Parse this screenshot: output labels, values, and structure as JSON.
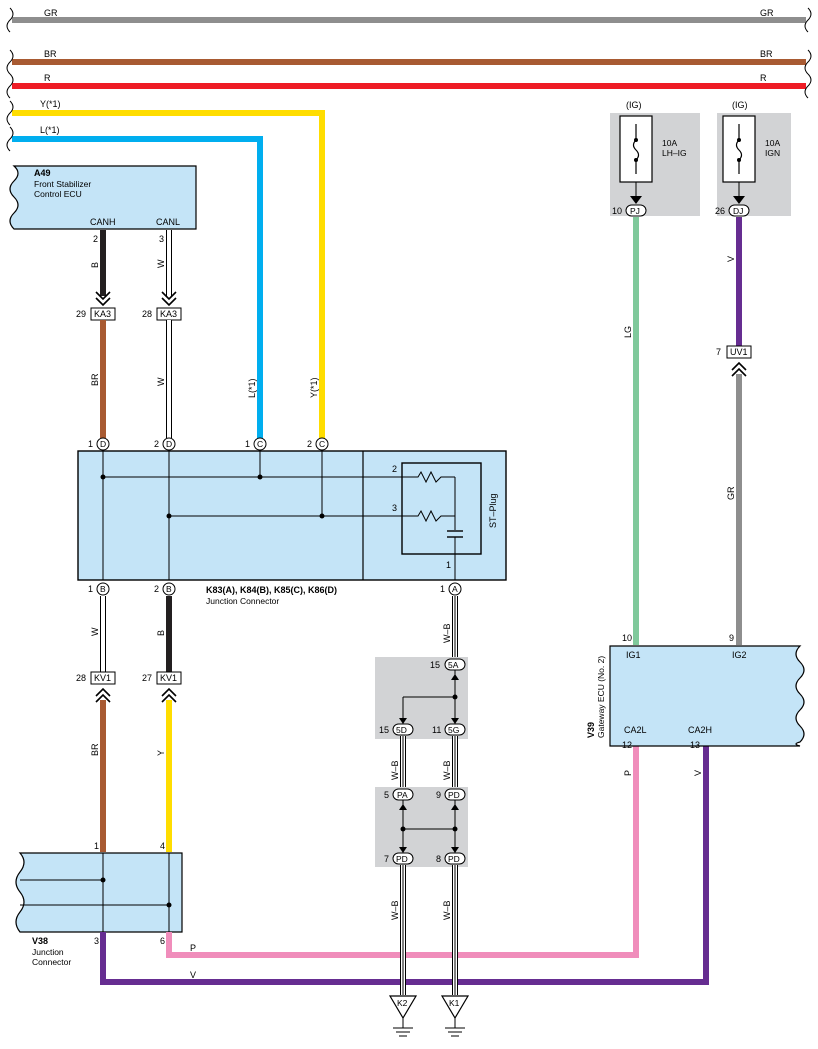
{
  "bus_wires": [
    {
      "label": "GR",
      "color": "#8e8e8e"
    },
    {
      "label": "BR",
      "color": "#a85a32"
    },
    {
      "label": "R",
      "color": "#ee1c25"
    },
    {
      "label": "Y(*1)",
      "color": "#ffdd00"
    },
    {
      "label": "L(*1)",
      "color": "#00aeef"
    }
  ],
  "components": {
    "a49": {
      "code": "A49",
      "name_line1": "Front Stabilizer",
      "name_line2": "Control ECU",
      "canh": "CANH",
      "canl": "CANL"
    },
    "junction_k": {
      "code": "K83(A), K84(B), K85(C), K86(D)",
      "name": "Junction Connector",
      "st_plug": "ST–Plug"
    },
    "v38": {
      "code": "V38",
      "name_line1": "Junction",
      "name_line2": "Connector"
    },
    "v39": {
      "code": "V39",
      "name": "Gateway ECU (No. 2)",
      "ig1": "IG1",
      "ig2": "IG2",
      "ca2l": "CA2L",
      "ca2h": "CA2H"
    }
  },
  "fuses": [
    {
      "supply": "(IG)",
      "rating": "10A",
      "name": "LH–IG",
      "pin": "10",
      "connector": "PJ"
    },
    {
      "supply": "(IG)",
      "rating": "10A",
      "name": "IGN",
      "pin": "26",
      "connector": "DJ"
    }
  ],
  "connectors": {
    "ka3_a": {
      "pin": "29",
      "code": "KA3"
    },
    "ka3_b": {
      "pin": "28",
      "code": "KA3"
    },
    "kv1_a": {
      "pin": "28",
      "code": "KV1"
    },
    "kv1_b": {
      "pin": "27",
      "code": "KV1"
    },
    "uv1": {
      "pin": "7",
      "code": "UV1"
    },
    "k2": {
      "code": "K2"
    },
    "k1": {
      "code": "K1"
    }
  },
  "pins": {
    "a49_canh": "2",
    "a49_canl": "3",
    "d1": "1",
    "d1_c": "D",
    "d2": "2",
    "d2_c": "D",
    "c1": "1",
    "c1_c": "C",
    "c2": "2",
    "c2_c": "C",
    "b1": "1",
    "b1_c": "B",
    "b2": "2",
    "b2_c": "B",
    "a1": "1",
    "a1_c": "A",
    "res_top": "2",
    "res_bot": "3",
    "plug_bottom": "1",
    "j5a": "15",
    "j5a_c": "5A",
    "j5d": "15",
    "j5d_c": "5D",
    "j5g": "11",
    "j5g_c": "5G",
    "jpa": "5",
    "jpa_c": "PA",
    "jpd_top": "9",
    "jpd_top_c": "PD",
    "jpd_l": "7",
    "jpd_l_c": "PD",
    "jpd_r": "8",
    "jpd_r_c": "PD",
    "v38_1": "1",
    "v38_4": "4",
    "v38_3": "3",
    "v38_6": "6",
    "v39_10": "10",
    "v39_9": "9",
    "v39_12": "12",
    "v39_13": "13"
  },
  "wire_labels": {
    "canh_top": "B",
    "canl_top": "W",
    "canh_mid": "BR",
    "canl_mid": "W",
    "l_drop": "L(*1)",
    "y_drop": "Y(*1)",
    "b1_down": "W",
    "b2_down": "B",
    "kv1a_down": "BR",
    "kv1b_down": "Y",
    "a1_down": "W–B",
    "j_l": "W–B",
    "j_r": "W–B",
    "g_l": "W–B",
    "g_r": "W–B",
    "lg": "LG",
    "v_fuse": "V",
    "gr_ig2": "GR",
    "p_ca2l": "P",
    "v_ca2h": "V",
    "p_bottom": "P",
    "v_bottom": "V"
  },
  "colors": {
    "gray": "#8e8e8e",
    "brown": "#a85a32",
    "red": "#ee1c25",
    "yellow": "#ffdd00",
    "blue": "#00aeef",
    "black": "#231f20",
    "green": "#7fc99b",
    "violet": "#662d91",
    "pink": "#f08dbb",
    "box_fill": "#c4e4f7",
    "shade": "#d2d3d5"
  }
}
